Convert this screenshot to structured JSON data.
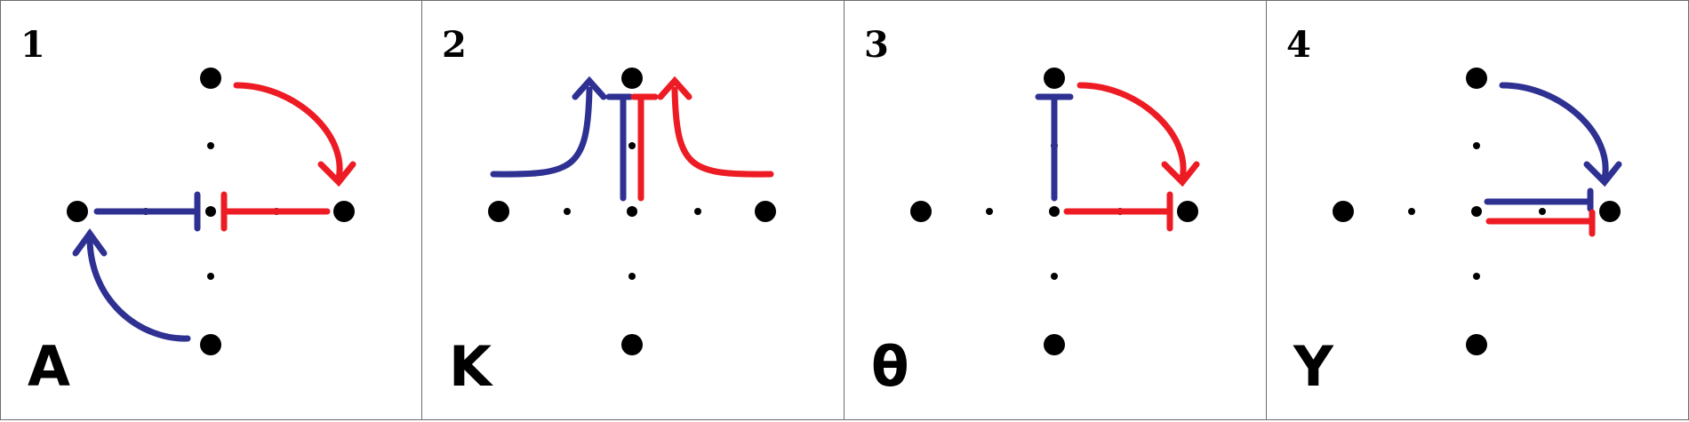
{
  "colors": {
    "blue": "#2e3192",
    "red": "#ed1c24",
    "dot": "#000000",
    "border": "#6d6d6d"
  },
  "panels": [
    {
      "number": "1",
      "letter": "A"
    },
    {
      "number": "2",
      "letter": "K"
    },
    {
      "number": "3",
      "letter": "θ"
    },
    {
      "number": "4",
      "letter": "Y"
    }
  ]
}
